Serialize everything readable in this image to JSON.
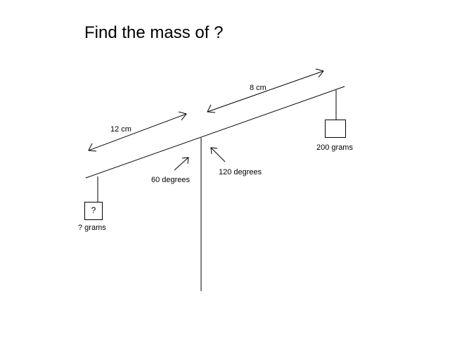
{
  "title": "Find the mass of ?",
  "labels": {
    "left_length": "12 cm",
    "right_length": "8 cm",
    "angle_left": "60 degrees",
    "angle_right": "120 degrees",
    "left_mass": "? grams",
    "right_mass": "200 grams",
    "unknown_symbol": "?"
  },
  "colors": {
    "line": "#000000",
    "background": "#ffffff"
  }
}
